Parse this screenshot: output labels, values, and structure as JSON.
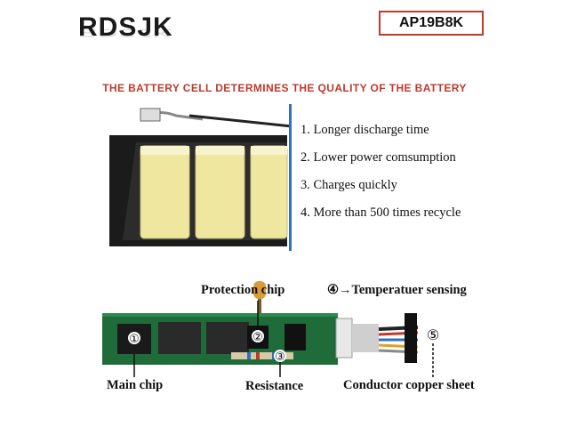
{
  "brand": {
    "logo_text": "RDSJK"
  },
  "model": {
    "label": "AP19B8K"
  },
  "headline": "THE BATTERY CELL DETERMINES THE QUALITY OF THE BATTERY",
  "features": [
    "1. Longer discharge time",
    "2. Lower power comsumption",
    "3. Charges quickly",
    "4. More than 500 times recycle"
  ],
  "diagram": {
    "protection_chip": "Protection chip",
    "temp_sensing": "④→Temperatuer sensing",
    "main_chip": "Main chip",
    "resistance": "Resistance",
    "copper_sheet": "Conductor copper sheet",
    "marker_1": "①",
    "marker_2": "②",
    "marker_3": "③",
    "marker_5": "⑤"
  },
  "colors": {
    "accent": "#c0392b",
    "pcb": "#1f6b3a",
    "cell": "#f2e9a8",
    "divider": "#2f6fc4"
  }
}
